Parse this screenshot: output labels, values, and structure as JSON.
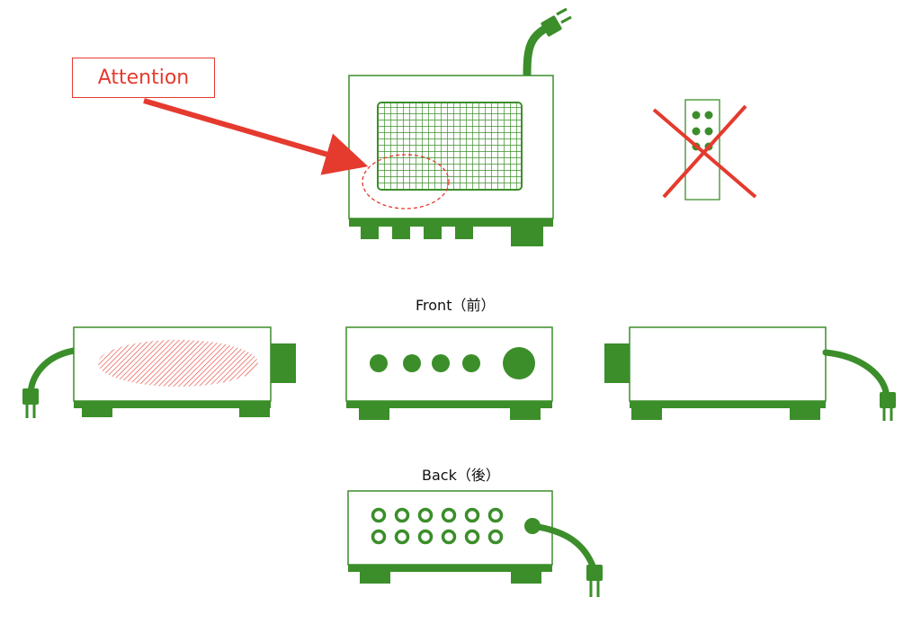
{
  "labels": {
    "attention": "Attention",
    "front": "Front（前）",
    "back": "Back（後）"
  },
  "colors": {
    "device_green": "#3b8e2a",
    "warning_red": "#e53a2e",
    "outline": "#3b8e2a",
    "background": "#ffffff"
  },
  "icons": {
    "prohibited": "cross-icon",
    "power_plug": "plug-icon"
  },
  "views": {
    "top": {
      "front_knobs": 4
    },
    "front": {
      "small_knobs": 4,
      "large_knobs": 1
    },
    "back": {
      "jack_rows": 2,
      "jacks_per_row": 6
    }
  }
}
